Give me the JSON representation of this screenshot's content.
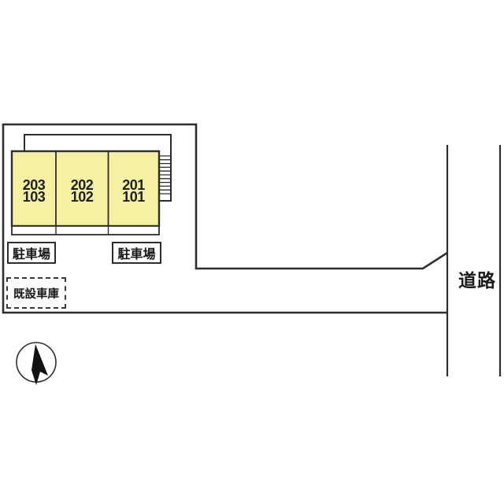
{
  "plan": {
    "title": "site-layout-plan",
    "units": [
      {
        "upper": "203",
        "lower": "103"
      },
      {
        "upper": "202",
        "lower": "102"
      },
      {
        "upper": "201",
        "lower": "101"
      }
    ],
    "labels": {
      "parking_left": "駐車場",
      "parking_right": "駐車場",
      "existing_garage": "既設車庫",
      "road": "道路"
    },
    "icons": {
      "north_arrow": "north-arrow-icon",
      "stairs": "stairs-hatch"
    },
    "colors": {
      "building_fill": "#f6f0a2",
      "line": "#2e2e2e",
      "background": "#ffffff"
    }
  }
}
